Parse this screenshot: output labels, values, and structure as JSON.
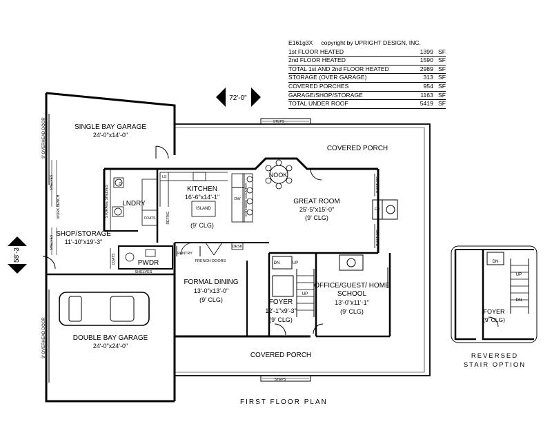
{
  "area_table": {
    "plan_code": "E161g3X",
    "copyright": "copyright by UPRIGHT DESIGN, INC.",
    "rows": [
      {
        "label": "1st FLOOR HEATED",
        "value": "1399",
        "unit": "SF"
      },
      {
        "label": "2nd FLOOR HEATED",
        "value": "1590",
        "unit": "SF"
      },
      {
        "label": "TOTAL 1st AND 2nd FLOOR HEATED",
        "value": "2989",
        "unit": "SF"
      },
      {
        "label": "STORAGE (OVER GARAGE)",
        "value": "313",
        "unit": "SF"
      },
      {
        "label": "COVERED PORCHES",
        "value": "954",
        "unit": "SF"
      },
      {
        "label": "GARAGE/SHOP/STORAGE",
        "value": "1163",
        "unit": "SF"
      },
      {
        "label": "TOTAL UNDER ROOF",
        "value": "5419",
        "unit": "SF"
      }
    ]
  },
  "dimensions": {
    "width": "72'-0\"",
    "depth": "58'-3"
  },
  "rooms": {
    "single_garage": {
      "name": "SINGLE BAY GARAGE",
      "size": "24'-0\"x14'-0\""
    },
    "double_garage": {
      "name": "DOUBLE BAY GARAGE",
      "size": "24'-0\"x24'-0\""
    },
    "shop": {
      "name": "SHOP/STORAGE",
      "size": "11'-10\"x19'-3\""
    },
    "kitchen": {
      "name": "KITCHEN",
      "size": "16'-6\"x14'-1\"",
      "clg": "(9' CLG)"
    },
    "great_room": {
      "name": "GREAT ROOM",
      "size": "25'-5\"x15'-0\"",
      "clg": "(9' CLG)"
    },
    "dining": {
      "name": "FORMAL DINING",
      "size": "13'-0\"x13'-0\"",
      "clg": "(9' CLG)"
    },
    "foyer": {
      "name": "FOYER",
      "size": "12'-1\"x9'-3\"",
      "clg": "(9' CLG)"
    },
    "office": {
      "name1": "OFFICE/GUEST/ HOME",
      "name2": "SCHOOL",
      "size": "13'-0\"x11'-1\"",
      "clg": "(9' CLG)"
    },
    "porch_rear": "COVERED PORCH",
    "porch_front": "COVERED PORCH",
    "lndry": "LNDRY",
    "pwdr": "PWDR",
    "nook": "NOOK",
    "island": "ISLAND"
  },
  "small_labels": {
    "steps": "STEPS",
    "overhead_door": "9' OVERHEAD DOOR",
    "shelves": "SHELVES",
    "storage_shelves": "STORAGE SHELVES",
    "work_bench": "WORK BENCH",
    "coats": "COATS",
    "refrig": "REFRIG",
    "dw": "DW",
    "pantry": "PANTRY",
    "french_doors": "FRENCH DOORS",
    "desk": "DESK",
    "built_ins": "BUILT-INS",
    "fp": "F.P.",
    "extended_counter": "EXTENDED COUNTER",
    "up": "UP",
    "dn": "DN",
    "ls": "LS",
    "d": "D"
  },
  "reversed": {
    "foyer": "FOYER",
    "clg": "(9' CLG)",
    "caption_line1": "REVERSED",
    "caption_line2": "STAIR OPTION"
  },
  "caption": "FIRST FLOOR PLAN"
}
